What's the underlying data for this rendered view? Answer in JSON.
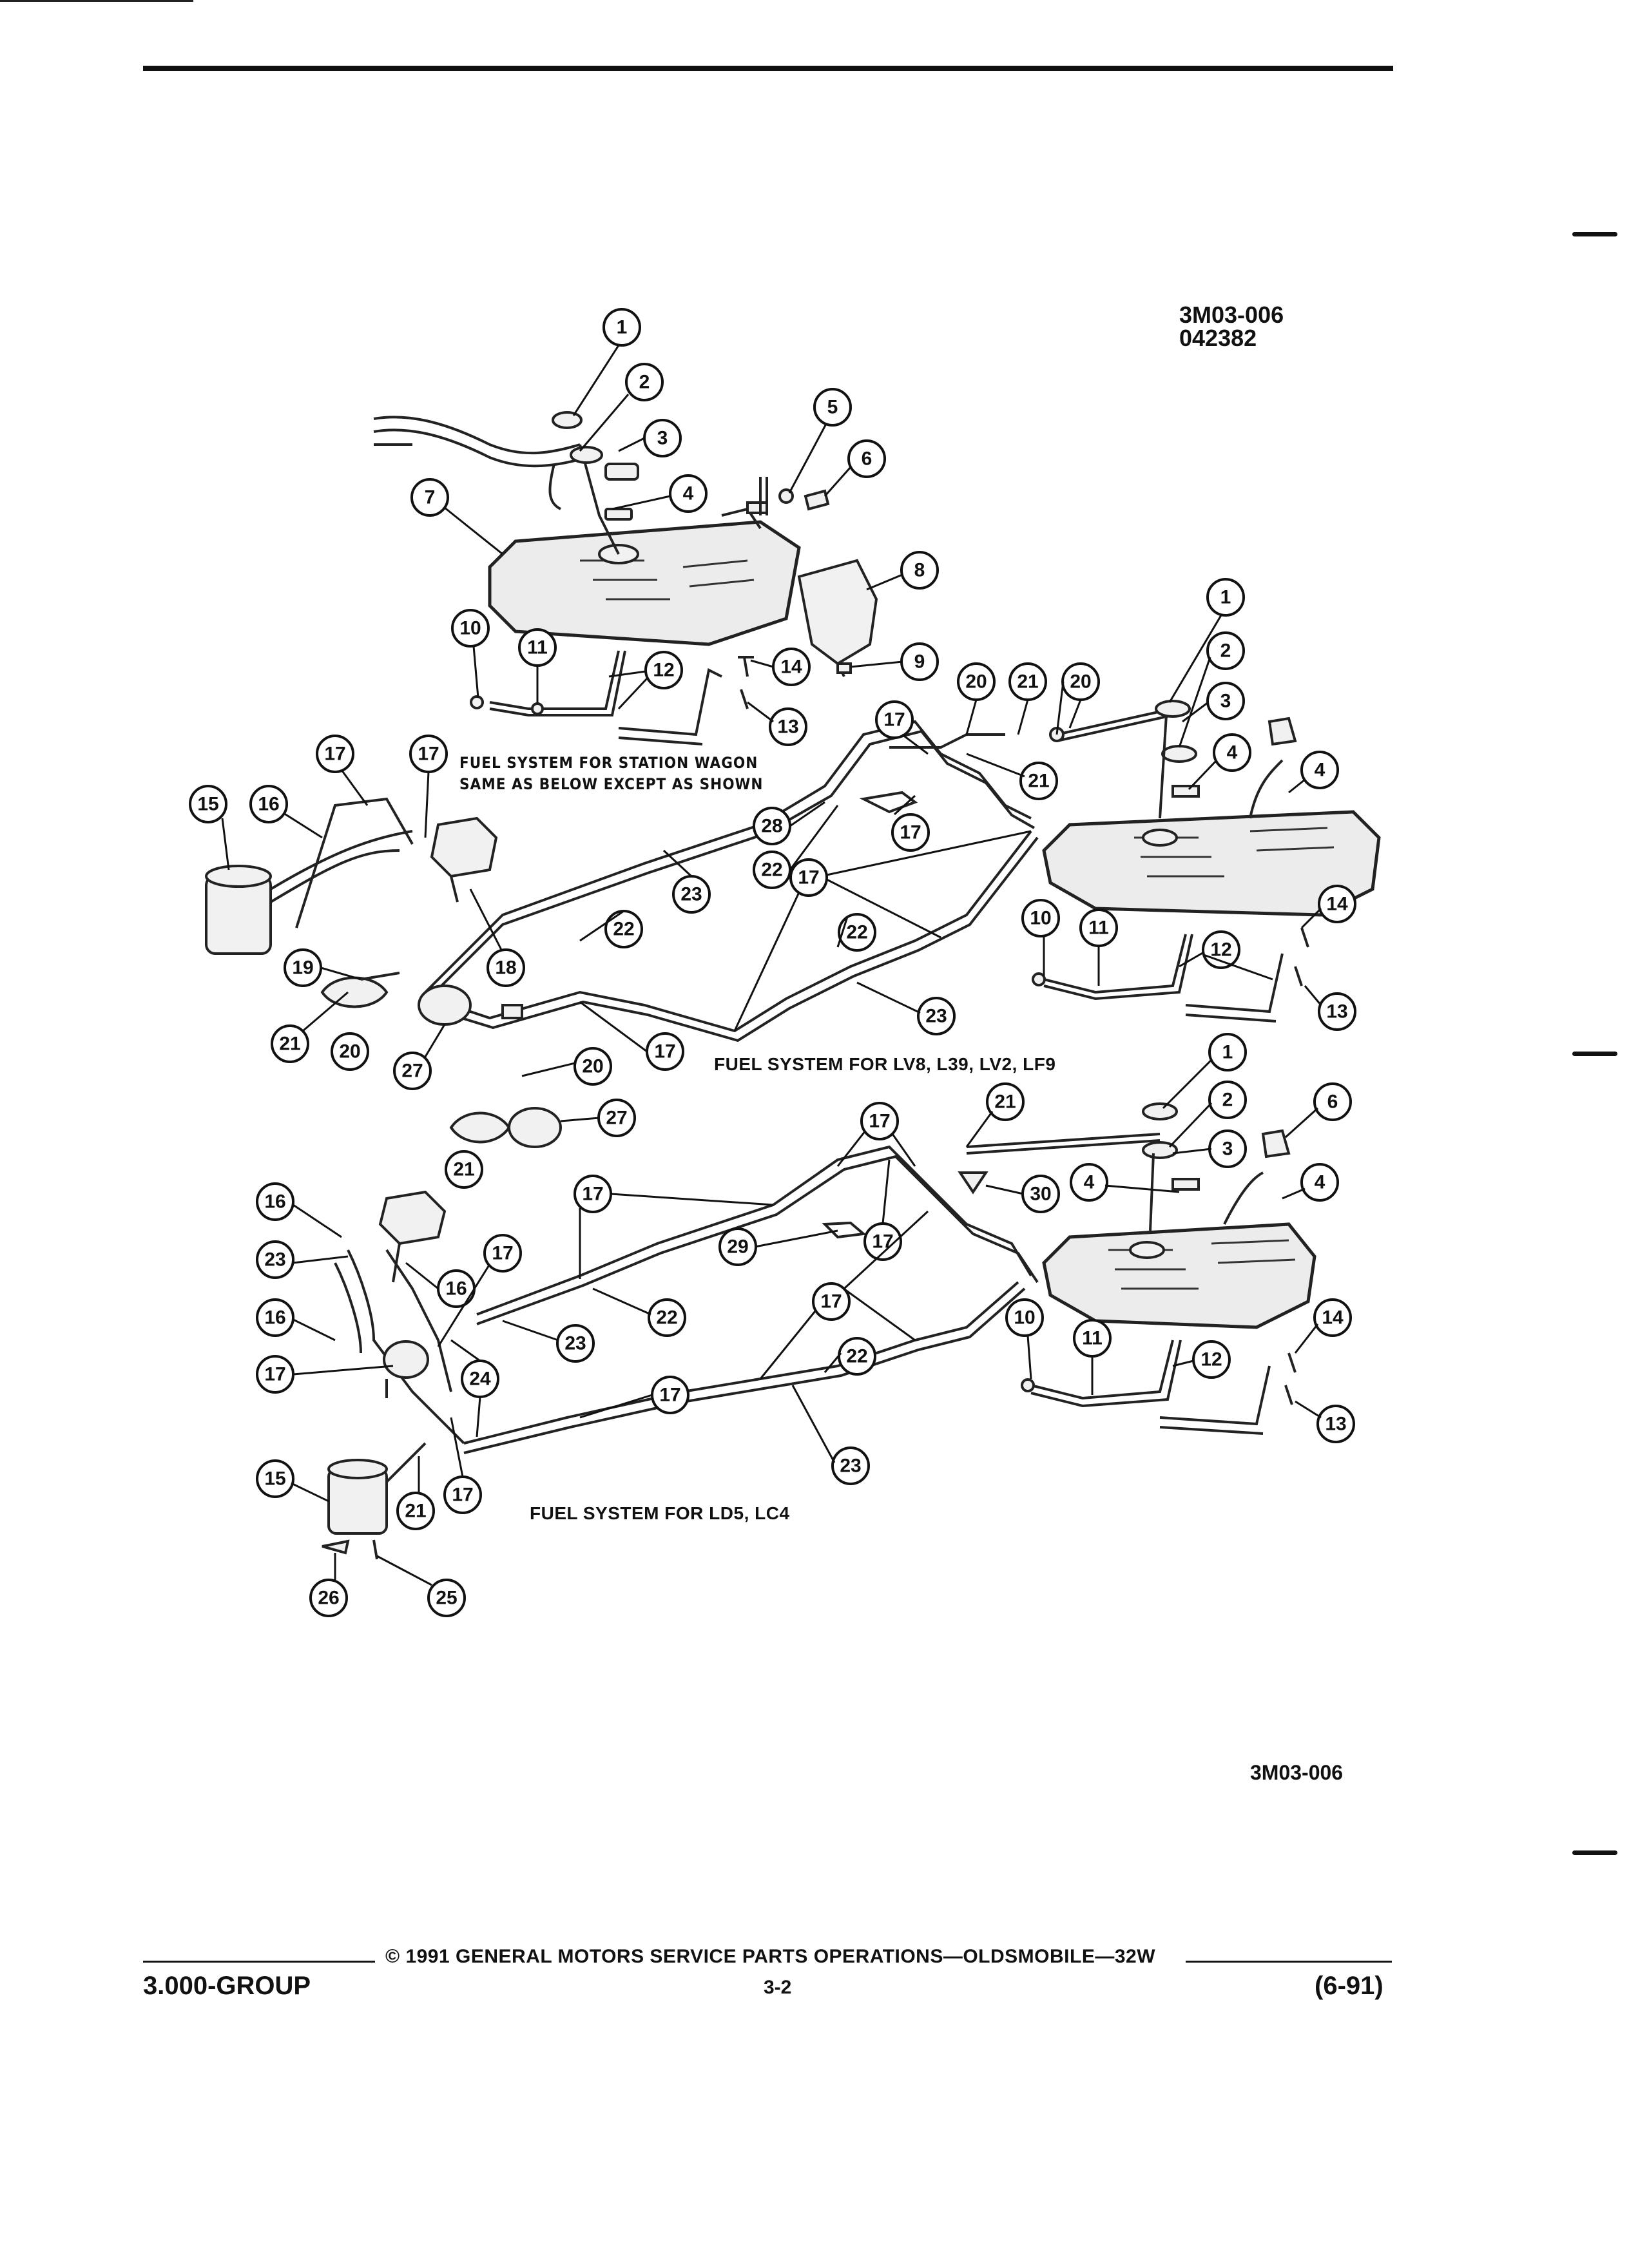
{
  "header": {
    "figure_id": "3M03-006",
    "figure_date": "042382"
  },
  "captions": {
    "station_wagon_line1": "FUEL SYSTEM FOR STATION WAGON",
    "station_wagon_line2": "SAME AS BELOW EXCEPT AS SHOWN",
    "lv8": "FUEL SYSTEM FOR LV8, L39, LV2, LF9",
    "ld5": "FUEL SYSTEM FOR LD5, LC4"
  },
  "figure_footer_id": "3M03-006",
  "footer": {
    "copyright": "© 1991 GENERAL MOTORS SERVICE PARTS OPERATIONS—OLDSMOBILE—32W",
    "group": "3.000-GROUP",
    "page": "3-2",
    "revision": "(6-91)"
  },
  "callouts": {
    "wagon": [
      "1",
      "2",
      "3",
      "4",
      "5",
      "6",
      "7",
      "8",
      "9",
      "10",
      "11",
      "12",
      "13",
      "14"
    ],
    "lv8": [
      "1",
      "2",
      "3",
      "4",
      "4",
      "10",
      "11",
      "12",
      "13",
      "14",
      "15",
      "16",
      "17",
      "17",
      "17",
      "17",
      "17",
      "17",
      "18",
      "19",
      "20",
      "20",
      "20",
      "21",
      "21",
      "21",
      "22",
      "22",
      "22",
      "23",
      "23",
      "27",
      "27",
      "28"
    ],
    "ld5": [
      "1",
      "2",
      "3",
      "4",
      "4",
      "6",
      "10",
      "11",
      "12",
      "13",
      "14",
      "15",
      "16",
      "16",
      "16",
      "17",
      "17",
      "17",
      "17",
      "17",
      "17",
      "17",
      "21",
      "21",
      "22",
      "22",
      "23",
      "23",
      "23",
      "24",
      "25",
      "26",
      "29",
      "30"
    ]
  },
  "colors": {
    "ink": "#111111",
    "paper": "#ffffff"
  }
}
